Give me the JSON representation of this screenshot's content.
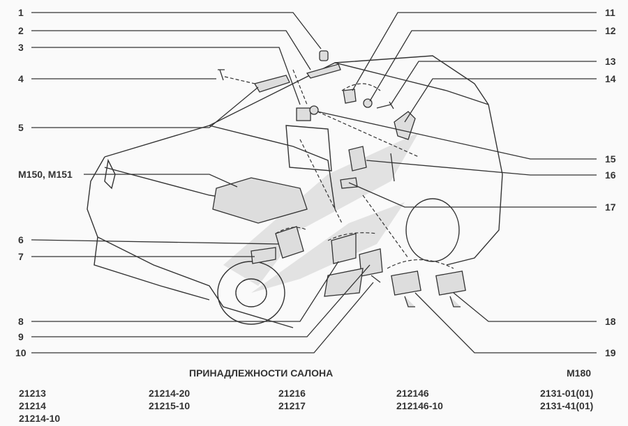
{
  "callouts": {
    "left": [
      "1",
      "2",
      "3",
      "4",
      "5",
      "M150, M151",
      "6",
      "7",
      "8",
      "9",
      "10"
    ],
    "right": [
      "11",
      "12",
      "13",
      "14",
      "15",
      "16",
      "17",
      "18",
      "19"
    ]
  },
  "footer": {
    "title": "ПРИНАДЛЕЖНОСТИ САЛОНА",
    "code": "M180",
    "models": [
      [
        "21213",
        "21214",
        "21214-10"
      ],
      [
        "21214-20",
        "21215-10"
      ],
      [
        "21216",
        "21217"
      ],
      [
        "212146",
        "212146-10"
      ],
      [
        "2131-01(01)",
        "2131-41(01)"
      ]
    ]
  }
}
